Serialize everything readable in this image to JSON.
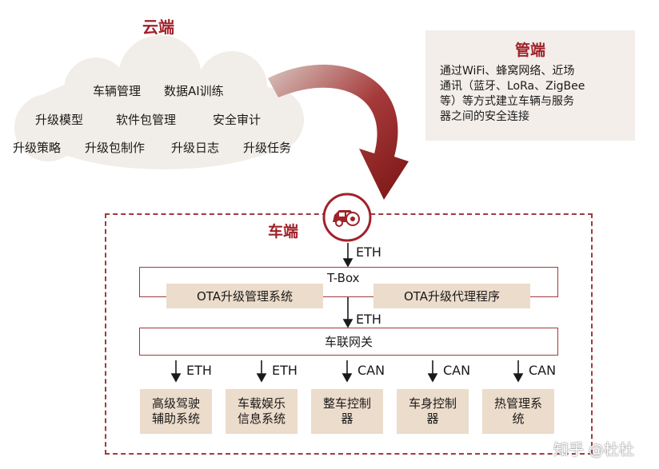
{
  "cloud": {
    "title": "云端",
    "row1": [
      "车辆管理",
      "数据AI训练"
    ],
    "row2": [
      "升级模型",
      "软件包管理",
      "安全审计"
    ],
    "row3": [
      "升级策略",
      "升级包制作",
      "升级日志",
      "升级任务"
    ]
  },
  "pipe": {
    "title": "管端",
    "lines": [
      "通过WiFi、蜂窝网络、近场",
      "通讯（蓝牙、LoRa、ZigBee",
      "等）等方式建立车辆与服务",
      "器之间的安全连接"
    ]
  },
  "vehicle": {
    "title": "车端",
    "eth_top": "ETH",
    "tbox": "T-Box",
    "ota_mgr": "OTA升级管理系统",
    "ota_agent": "OTA升级代理程序",
    "eth_mid": "ETH",
    "gateway": "车联网关",
    "links": [
      "ETH",
      "ETH",
      "CAN",
      "CAN",
      "CAN"
    ],
    "ecus": [
      {
        "l1": "高级驾驶",
        "l2": "辅助系统"
      },
      {
        "l1": "车载娱乐",
        "l2": "信息系统"
      },
      {
        "l1": "整车控制",
        "l2": "器"
      },
      {
        "l1": "车身控制",
        "l2": "器"
      },
      {
        "l1": "热管理系",
        "l2": "统"
      }
    ]
  },
  "watermark": "知乎 @杜杜",
  "colors": {
    "accent": "#a0222a",
    "tan": "#ecdccb",
    "cloud": "#f1ede8"
  }
}
